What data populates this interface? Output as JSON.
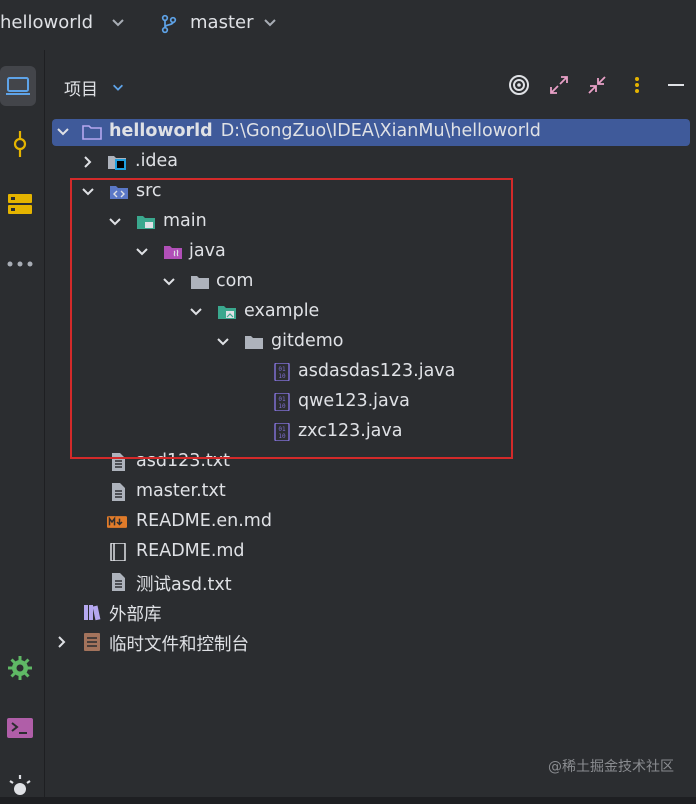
{
  "titlebar": {
    "project": "helloworld",
    "branch": "master"
  },
  "stripe": {
    "icons": [
      "project-icon",
      "commit-icon",
      "structure-icon",
      "more-icon",
      "services-icon",
      "terminal-icon",
      "problems-icon"
    ]
  },
  "panel": {
    "title": "项目"
  },
  "tree": {
    "root": {
      "name": "helloworld",
      "path": "D:\\GongZuo\\IDEA\\XianMu\\helloworld"
    },
    "idea": ".idea",
    "src": "src",
    "main": "main",
    "java": "java",
    "com": "com",
    "example": "example",
    "gitdemo": "gitdemo",
    "files": [
      "asdasdas123.java",
      "qwe123.java",
      "zxc123.java"
    ],
    "asd": "asd123.txt",
    "master": "master.txt",
    "readme_en": "README.en.md",
    "readme": "README.md",
    "test": "测试asd.txt",
    "external": "外部库",
    "scratch": "临时文件和控制台"
  },
  "watermark": "@稀土掘金技术社区",
  "colors": {
    "selection": "#3f5a9a",
    "highlight_box": "#d32a2a",
    "folder": "#aeb3bc",
    "java_file": "#7e6ed0"
  }
}
